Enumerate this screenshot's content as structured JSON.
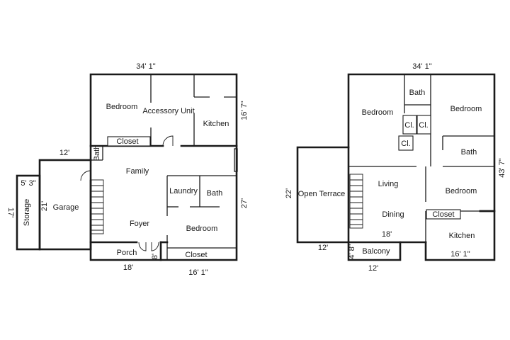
{
  "first_floor": {
    "dims": {
      "top_width": "34' 1\"",
      "right_upper": "16' 7\"",
      "right_lower": "27'",
      "bottom_left": "18'",
      "bottom_right": "16' 1\"",
      "garage_width": "12'",
      "garage_height": "21'",
      "storage_width": "5' 3\"",
      "storage_height": "17'",
      "porch_depth": "8'"
    },
    "rooms": {
      "bedroom_top": "Bedroom",
      "accessory_unit": "Accessory Unit",
      "kitchen": "Kitchen",
      "closet_top": "Closet",
      "bath_small": "Bath",
      "family": "Family",
      "laundry": "Laundry",
      "bath_mid": "Bath",
      "garage": "Garage",
      "storage": "Storage",
      "foyer": "Foyer",
      "bedroom_bottom": "Bedroom",
      "porch": "Porch",
      "closet_bottom": "Closet"
    }
  },
  "second_floor": {
    "dims": {
      "top_width": "34' 1\"",
      "right_height": "43' 7\"",
      "terrace_height": "22'",
      "terrace_width": "12'",
      "living_width": "18'",
      "balcony_width": "12'",
      "balcony_depth": "4' 8\"",
      "kitchen_width": "16' 1\""
    },
    "rooms": {
      "bath_top": "Bath",
      "bedroom_left": "Bedroom",
      "bedroom_right": "Bedroom",
      "closet_1": "Cl.",
      "closet_2": "Cl.",
      "closet_3": "Cl.",
      "bath_right": "Bath",
      "living": "Living",
      "bedroom_mid": "Bedroom",
      "open_terrace": "Open Terrace",
      "dining": "Dining",
      "closet": "Closet",
      "kitchen": "Kitchen",
      "balcony": "Balcony"
    }
  }
}
